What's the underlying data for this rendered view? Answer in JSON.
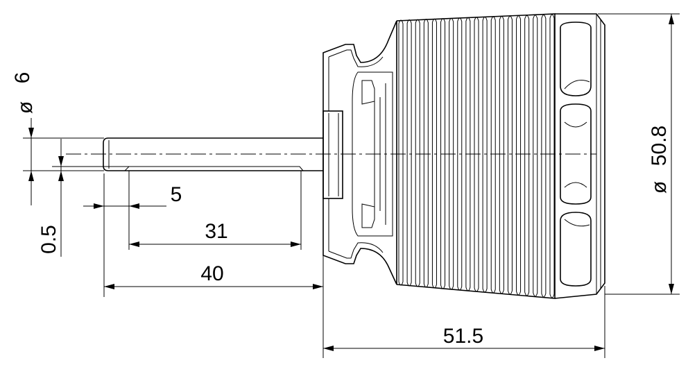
{
  "dimensions": {
    "shaft_diameter": "6",
    "shaft_flat_depth": "0.5",
    "flat_start_offset": "5",
    "flat_length": "31",
    "shaft_length": "40",
    "overall_length": "51.5",
    "motor_diameter": "50.8"
  },
  "symbols": {
    "diameter_glyph": "ø"
  }
}
